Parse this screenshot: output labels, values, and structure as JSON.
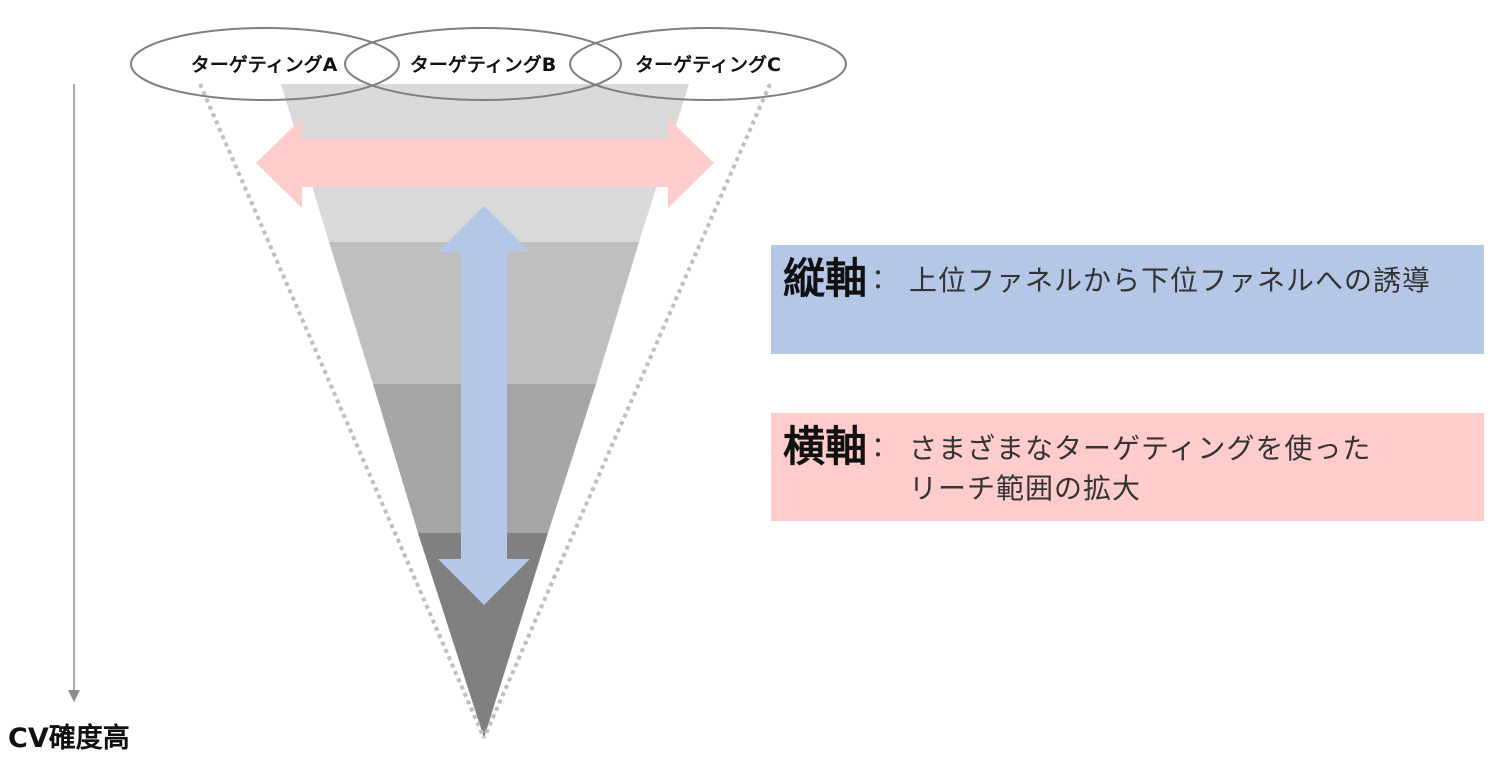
{
  "ellipses": [
    {
      "label": "ターゲティングA"
    },
    {
      "label": "ターゲティングB"
    },
    {
      "label": "ターゲティングC"
    }
  ],
  "axis_label": "CV確度高",
  "legend": {
    "vertical": {
      "title": "縦軸",
      "colon": "：",
      "lines": [
        "上位ファネルから下位ファネルへの誘導"
      ]
    },
    "horizontal": {
      "title": "横軸",
      "colon": "：",
      "lines": [
        "さまざまなターゲティングを使った",
        "リーチ範囲の拡大"
      ]
    }
  },
  "colors": {
    "tier1": "#d9d9d9",
    "tier2": "#bfbfbf",
    "tier3": "#a6a6a6",
    "tier4": "#808080",
    "vertical_arrow": "#b4c7e7",
    "horizontal_arrow": "#ffcccc",
    "dotted_line": "#bfbfbf",
    "ellipse_stroke": "#7f7f7f",
    "axis_line": "#8c8c8c"
  }
}
